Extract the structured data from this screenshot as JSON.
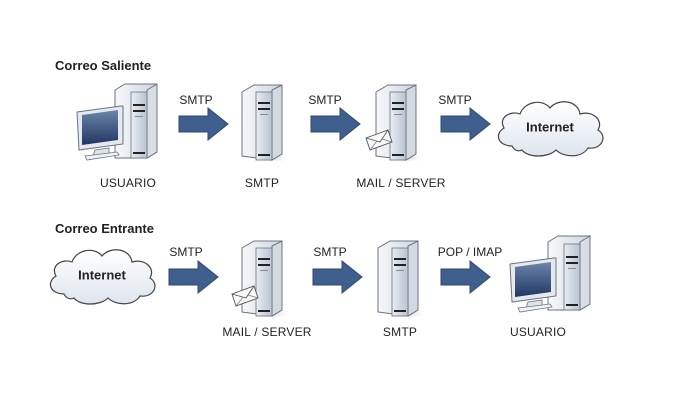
{
  "outgoing": {
    "title": "Correo Saliente",
    "nodes": [
      {
        "type": "workstation",
        "label": "USUARIO"
      },
      {
        "type": "server",
        "label": "SMTP"
      },
      {
        "type": "mail-server",
        "label": "MAIL / SERVER"
      },
      {
        "type": "cloud",
        "label": "Internet"
      }
    ],
    "arrows": [
      "SMTP",
      "SMTP",
      "SMTP"
    ]
  },
  "incoming": {
    "title": "Correo Entrante",
    "nodes": [
      {
        "type": "cloud",
        "label": "Internet"
      },
      {
        "type": "mail-server",
        "label": "MAIL / SERVER"
      },
      {
        "type": "server",
        "label": "SMTP"
      },
      {
        "type": "workstation",
        "label": "USUARIO"
      }
    ],
    "arrows": [
      "SMTP",
      "SMTP",
      "POP / IMAP"
    ]
  },
  "colors": {
    "arrow": "#3f5f8f",
    "arrow_edge": "#2f4a72",
    "screen": "#2e4a7a"
  }
}
